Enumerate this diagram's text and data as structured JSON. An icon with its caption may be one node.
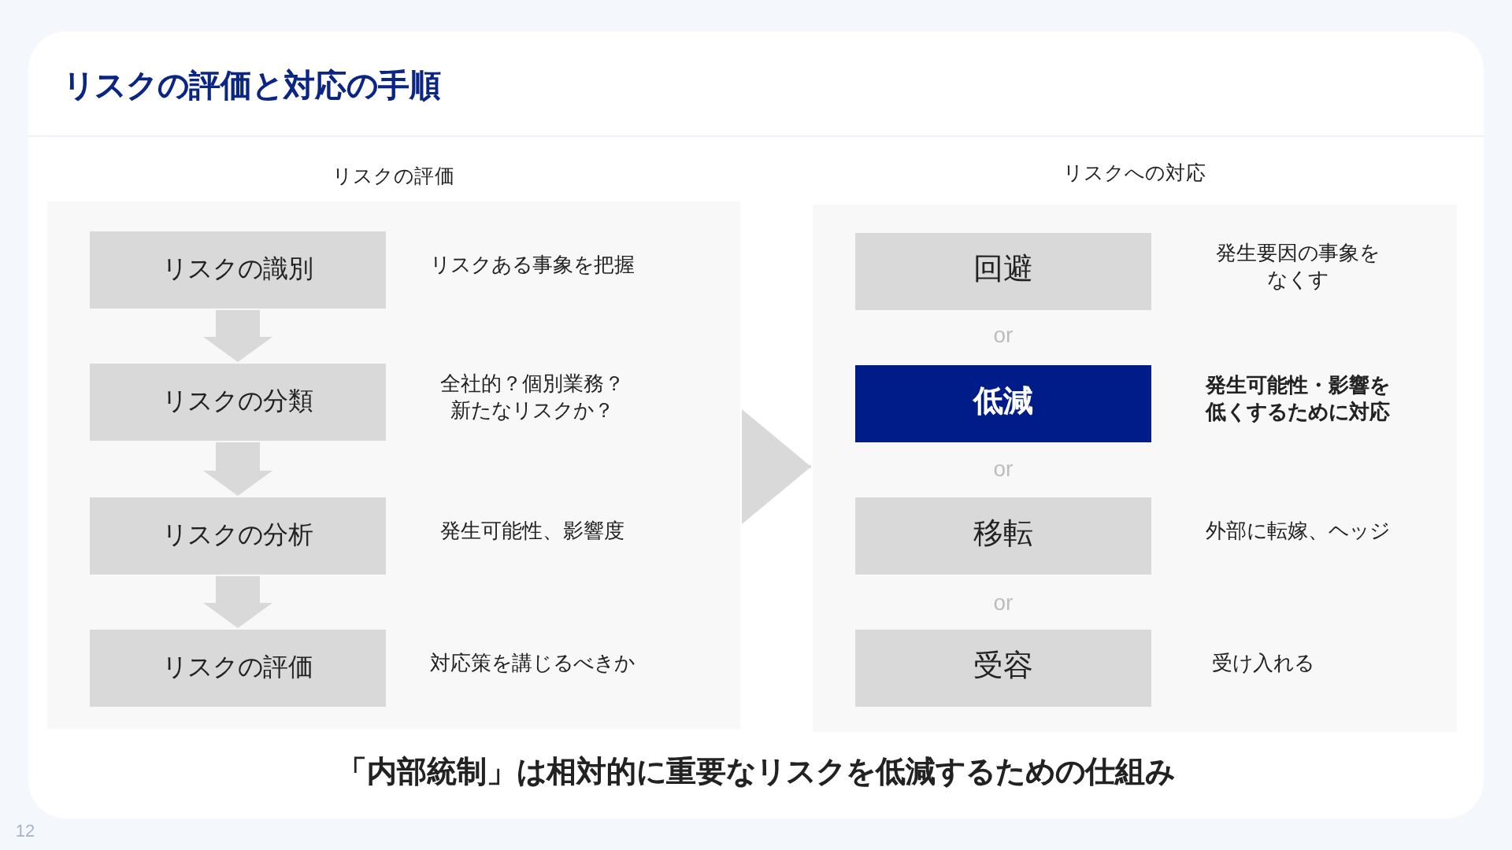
{
  "diagram": {
    "title": "リスクの評価と対応の手順",
    "caption": "「内部統制」は相対的に重要なリスクを低減するための仕組み",
    "nodes": [
      {
        "text": [
          "リスクの評価"
        ]
      },
      {
        "text": [
          "リスクの識別"
        ],
        "in": 0,
        "beside": [
          "リスクある事象を把握"
        ]
      },
      {
        "text": [
          "リスクの分類"
        ],
        "in": 0,
        "beside": [
          "全社的？個別業務？新たなリスクか？"
        ]
      },
      {
        "text": [
          "リスクの分析"
        ],
        "in": 0,
        "beside": [
          "発生可能性、影響度"
        ]
      },
      {
        "text": [
          "リスクの評価"
        ],
        "in": 0,
        "beside": [
          "対応策を講じるべきか"
        ]
      },
      {
        "text": [
          "リスクへの対応"
        ]
      },
      {
        "text": [
          "回避"
        ],
        "in": 5,
        "beside": [
          "発生要因の事象をなくす"
        ]
      },
      {
        "text": [
          "低減"
        ],
        "in": 5,
        "beside": [
          "発生可能性・影響を低くするために対応"
        ]
      },
      {
        "text": [
          "移転"
        ],
        "in": 5,
        "beside": [
          "外部に転嫁、ヘッジ"
        ]
      },
      {
        "text": [
          "受容"
        ],
        "in": 5,
        "beside": [
          "受け入れる"
        ]
      }
    ],
    "edges": [
      {
        "from": 1,
        "to": 2,
        "arrow": "to"
      },
      {
        "from": 2,
        "to": 3,
        "arrow": "to"
      },
      {
        "from": 3,
        "to": 4,
        "arrow": "to"
      },
      {
        "from": 0,
        "to": 5,
        "arrow": "to"
      }
    ],
    "labels": [
      "or",
      "or",
      "or",
      "12"
    ]
  }
}
